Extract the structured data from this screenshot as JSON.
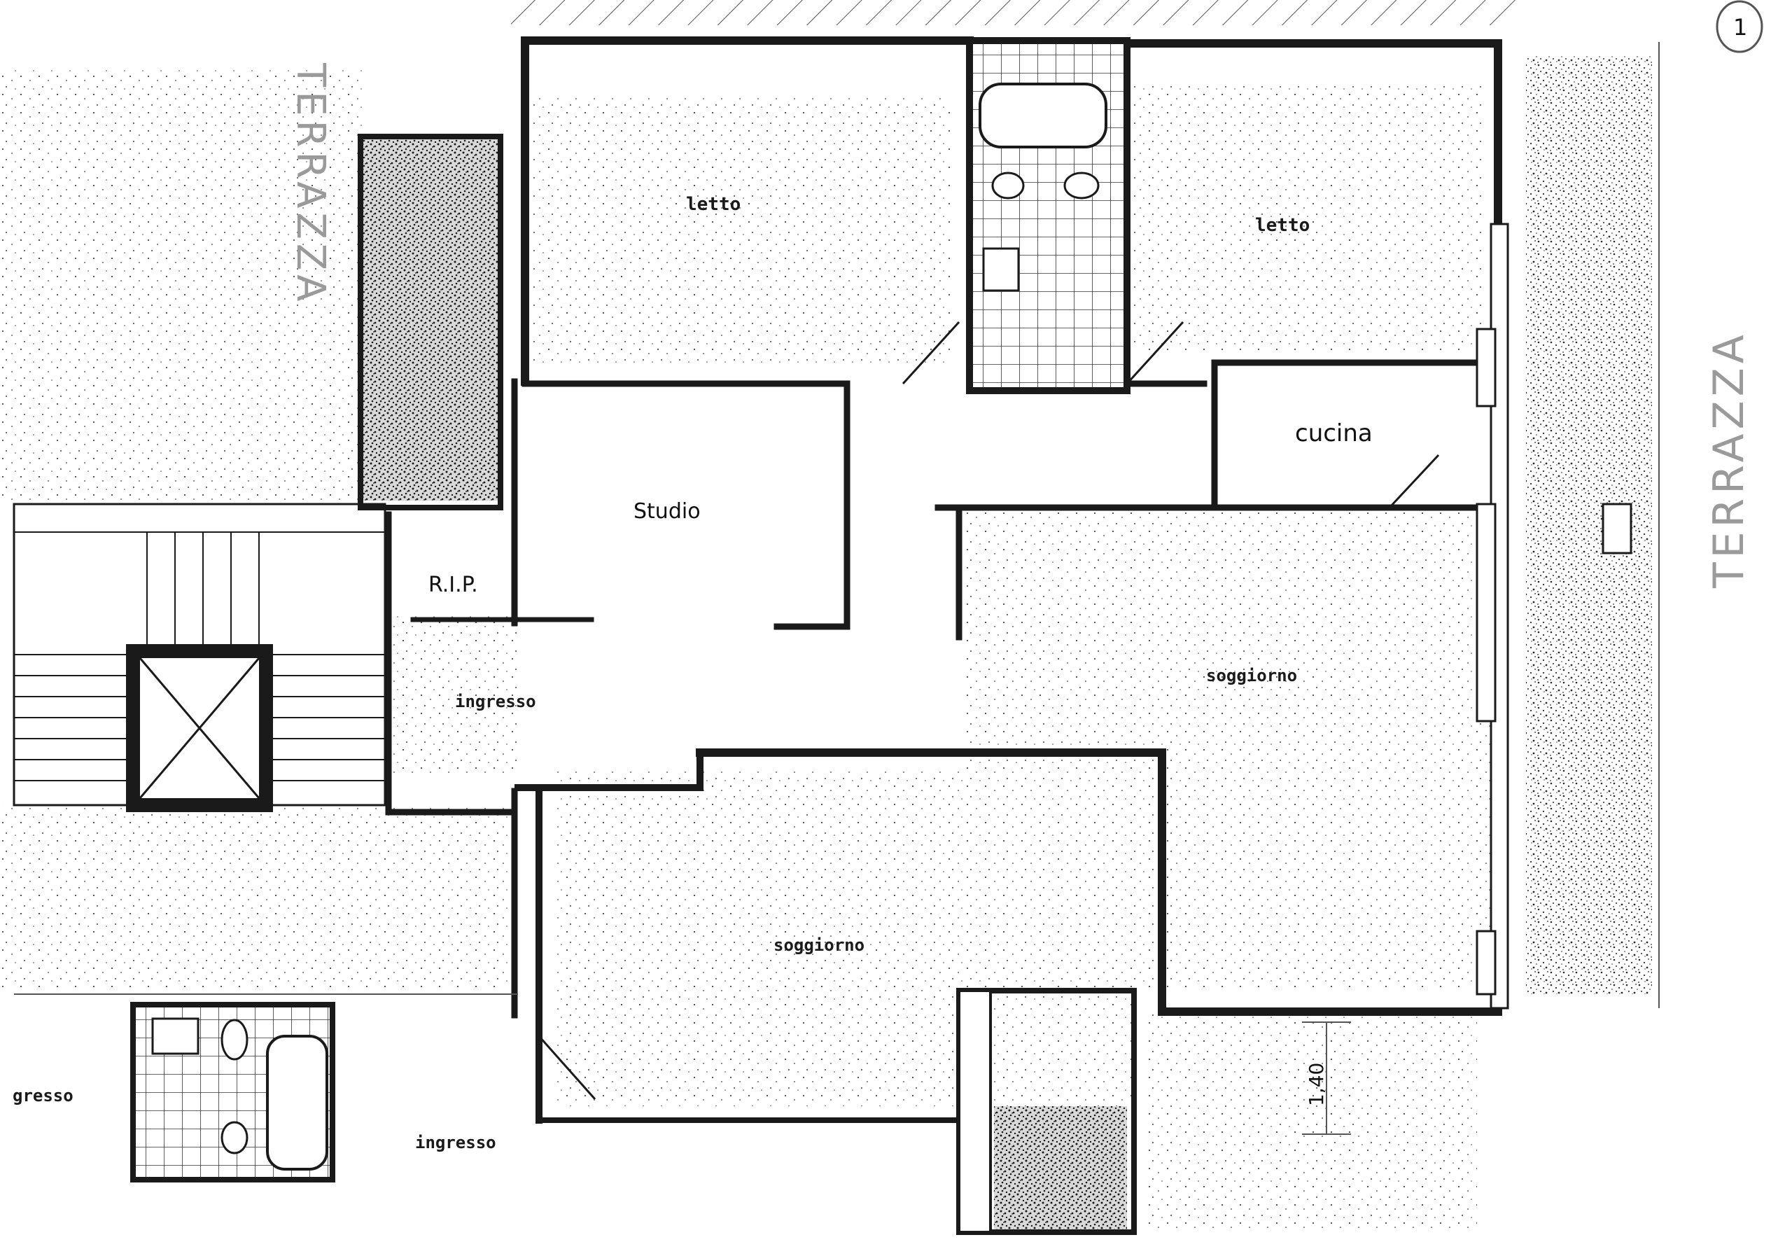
{
  "colors": {
    "background": "#ffffff",
    "wall": "#1a1a1a",
    "thin_line": "#555555",
    "speckle": "#2b2b2b",
    "label_faint": "#9a9a9a"
  },
  "rooms": {
    "letto_left": "letto",
    "letto_right": "letto",
    "cucina": "cucina",
    "studio": "Studio",
    "rip": "R.I.P.",
    "ingresso_main": "ingresso",
    "ingresso_lower": "ingresso",
    "ingresso_left_cut": "gresso",
    "soggiorno_right": "soggiorno",
    "soggiorno_center": "soggiorno"
  },
  "terraces": {
    "left": "TERRAZZA",
    "right": "TERRAZZA"
  },
  "dimension": "1,40",
  "sheet_mark": "1"
}
